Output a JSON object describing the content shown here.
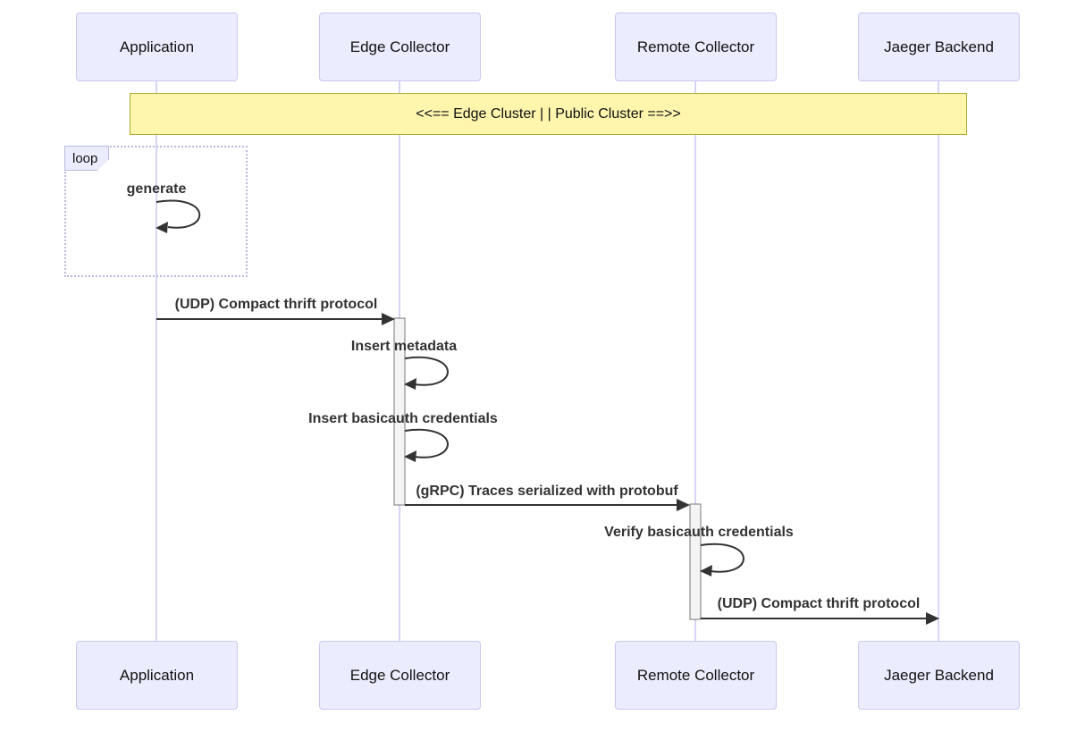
{
  "diagram": {
    "type": "sequence-diagram",
    "participants": [
      {
        "name": "Application"
      },
      {
        "name": "Edge Collector"
      },
      {
        "name": "Remote Collector"
      },
      {
        "name": "Jaeger Backend"
      }
    ],
    "note": {
      "text": "<<== Edge Cluster | | Public Cluster ==>>",
      "spans": [
        "Application",
        "Jaeger Backend"
      ]
    },
    "loop": {
      "label": "loop",
      "self_message": "generate",
      "participant": "Application"
    },
    "messages": [
      {
        "from": "Application",
        "to": "Edge Collector",
        "label": "(UDP) Compact thrift protocol",
        "type": "arrow"
      },
      {
        "from": "Edge Collector",
        "to": "Edge Collector",
        "label": "Insert metadata",
        "type": "self"
      },
      {
        "from": "Edge Collector",
        "to": "Edge Collector",
        "label": "Insert basicauth credentials",
        "type": "self"
      },
      {
        "from": "Edge Collector",
        "to": "Remote Collector",
        "label": "(gRPC) Traces serialized with protobuf",
        "type": "arrow"
      },
      {
        "from": "Remote Collector",
        "to": "Remote Collector",
        "label": "Verify basicauth credentials",
        "type": "self"
      },
      {
        "from": "Remote Collector",
        "to": "Jaeger Backend",
        "label": "(UDP) Compact thrift protocol",
        "type": "arrow"
      }
    ],
    "colors": {
      "actor_fill": "#ECECFF",
      "actor_border": "#C8C8F0",
      "lifeline": "#C9C9F0",
      "note_fill": "#FFF5AD",
      "note_border": "#AAAA33",
      "loop_border": "#B9B9E0",
      "activation_fill": "#F4F4F4",
      "activation_border": "#777777",
      "signal": "#333333"
    }
  }
}
